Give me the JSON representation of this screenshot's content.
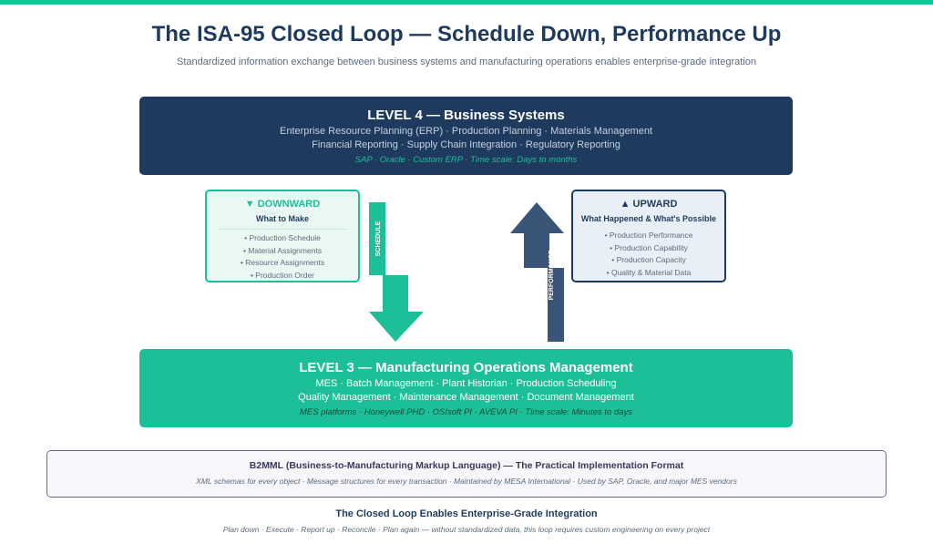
{
  "title": "The ISA-95 Closed Loop — Schedule Down, Performance Up",
  "subtitle": "Standardized information exchange between business systems and manufacturing operations enables enterprise-grade integration",
  "level4": {
    "title": "LEVEL 4 — Business Systems",
    "line1": "Enterprise Resource Planning (ERP) · Production Planning · Materials Management",
    "line2": "Financial Reporting · Supply Chain Integration · Regulatory Reporting",
    "meta": "SAP · Oracle · Custom ERP · Time scale: Days to months"
  },
  "level3": {
    "title": "LEVEL 3 — Manufacturing Operations Management",
    "line1": "MES · Batch Management · Plant Historian · Production Scheduling",
    "line2": "Quality Management · Maintenance Management · Document Management",
    "meta": "MES platforms · Honeywell PHD · OSIsoft PI · AVEVA PI · Time scale: Minutes to days"
  },
  "downward": {
    "title": "▼ DOWNWARD",
    "subtitle": "What to Make",
    "items": [
      "• Production Schedule",
      "• Material Assignments",
      "• Resource Assignments",
      "• Production Order"
    ]
  },
  "upward": {
    "title": "▲ UPWARD",
    "subtitle": "What Happened & What's Possible",
    "items": [
      "• Production Performance",
      "• Production Capability",
      "• Production Capacity",
      "• Quality & Material Data"
    ]
  },
  "arrows": {
    "schedule_label": "SCHEDULE",
    "performance_label": "PERFORMANCE",
    "down_color": "#1dbf98",
    "up_color": "#3a5578"
  },
  "b2mml": {
    "title": "B2MML (Business-to-Manufacturing Markup Language) — The Practical Implementation Format",
    "subtitle": "XML schemas for every object · Message structures for every transaction · Maintained by MESA International · Used by SAP, Oracle, and major MES vendors"
  },
  "footer": {
    "title": "The Closed Loop Enables Enterprise-Grade Integration",
    "subtitle": "Plan down · Execute · Report up · Reconcile · Plan again — without standardized data, this loop requires custom engineering on every project"
  },
  "colors": {
    "navy": "#1f3a5f",
    "teal": "#1dbf98"
  }
}
